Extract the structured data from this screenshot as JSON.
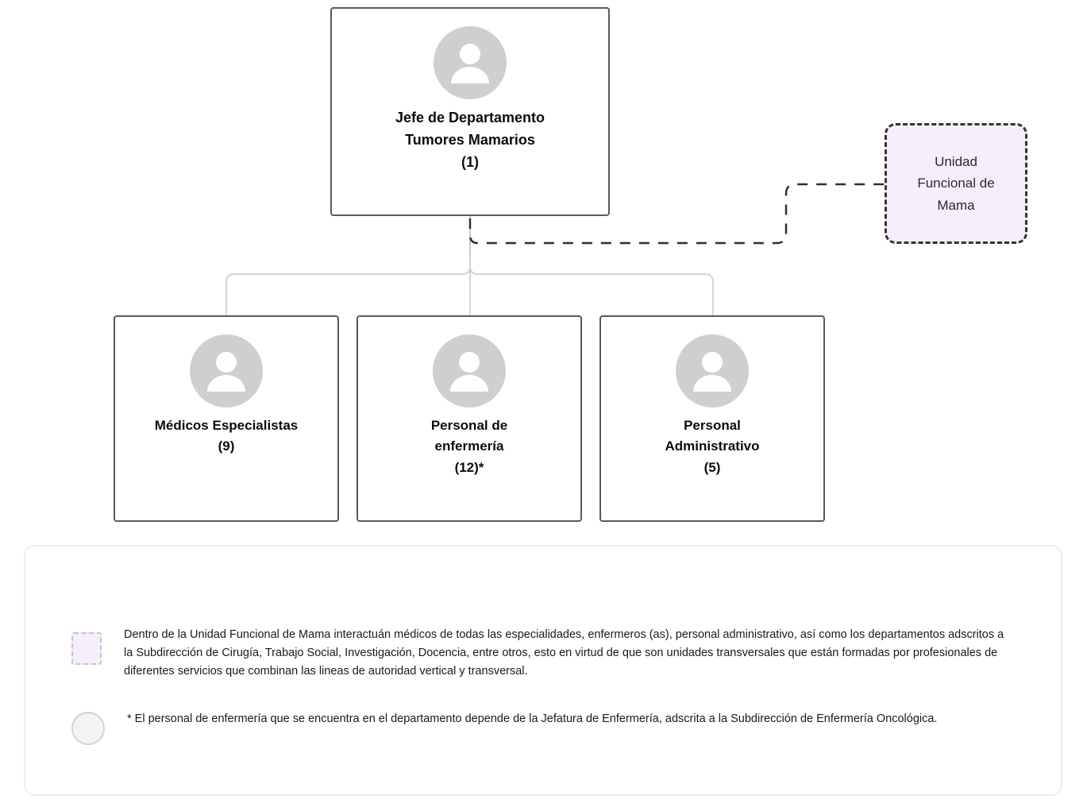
{
  "chart": {
    "type": "org-chart",
    "title_visible": false
  },
  "nodes": {
    "root": {
      "label": "Jefe de Departamento\nTumores Mamarios\n(1)",
      "count": "1",
      "icon": "person-avatar-icon"
    },
    "children": [
      {
        "id": "medicos",
        "label": "Médicos Especialistas\n(9)",
        "count": "9",
        "icon": "person-avatar-icon"
      },
      {
        "id": "enfermeria",
        "label": "Personal de\nenfermería\n(12)*",
        "count": "12",
        "icon": "person-avatar-icon"
      },
      {
        "id": "administrativo",
        "label": "Personal\nAdministrativo\n(5)",
        "count": "5",
        "icon": "person-avatar-icon"
      }
    ],
    "unidad": {
      "label": "Unidad\nFuncional de\nMama",
      "fill_color": "#f7eefc",
      "border_style": "dashed"
    }
  },
  "legend": {
    "items": [
      {
        "marker": "dashed-purple-square",
        "text": "Dentro de la Unidad Funcional de Mama interactuán médicos de todas las especialidades, enfermeros (as), personal administrativo, así como los departamentos adscritos a la Subdirección de Cirugía, Trabajo Social, Investigación, Docencia, entre otros, esto en virtud de que son unidades transversales que están formadas por profesionales de diferentes servicios que combinan las lineas de autoridad vertical y transversal."
      },
      {
        "marker": "gray-circle",
        "text": "* El personal de enfermería que se encuentra en el departamento depende de la Jefatura de Enfermería, adscrita a la Subdirección de Enfermería Oncológica."
      }
    ]
  },
  "colors": {
    "node_border": "#595959",
    "node_fill": "#ffffff",
    "avatar_gray": "#cfcfcf",
    "unidad_fill": "#f7eefc",
    "unidad_border": "#333333",
    "connector_solid": "#cccccc",
    "connector_dashed": "#333333",
    "legend_border": "#eceef2"
  }
}
